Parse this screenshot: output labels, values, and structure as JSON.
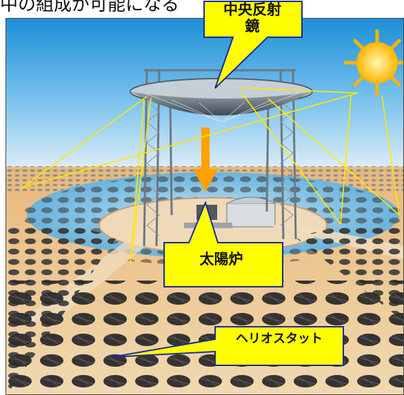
{
  "header": {
    "caption": "中の組成が可能になる"
  },
  "labels": {
    "central_reflector": "中央反射鏡",
    "solar_furnace": "太陽炉",
    "heliostat": "ヘリオスタット"
  },
  "colors": {
    "callout_fill": "#ffff00",
    "callout_border": "#1a2a9a",
    "ray_line": "#ffe800",
    "arrow": "#ffa200",
    "sky_top": "#1c8fd8",
    "sand": "#e8c89a",
    "sun": "#ffd200"
  },
  "icons": [
    "sun-icon",
    "downward-arrow-icon"
  ]
}
